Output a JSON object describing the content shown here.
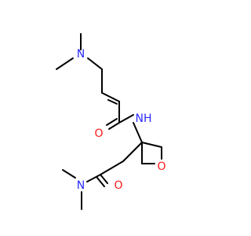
{
  "structure": {
    "atoms": [
      {
        "id": "n_top",
        "symbol": "N",
        "color": "#2b2bff"
      },
      {
        "id": "o_amide_1",
        "symbol": "O",
        "color": "#ff1a1a"
      },
      {
        "id": "nh_amide",
        "symbol": "NH",
        "color": "#2b2bff"
      },
      {
        "id": "n_amide_2",
        "symbol": "N",
        "color": "#2b2bff"
      },
      {
        "id": "o_amide_2",
        "symbol": "O",
        "color": "#ff1a1a"
      },
      {
        "id": "o_oxetane",
        "symbol": "O",
        "color": "#ff1a1a"
      }
    ],
    "bond_color": "#000000"
  }
}
